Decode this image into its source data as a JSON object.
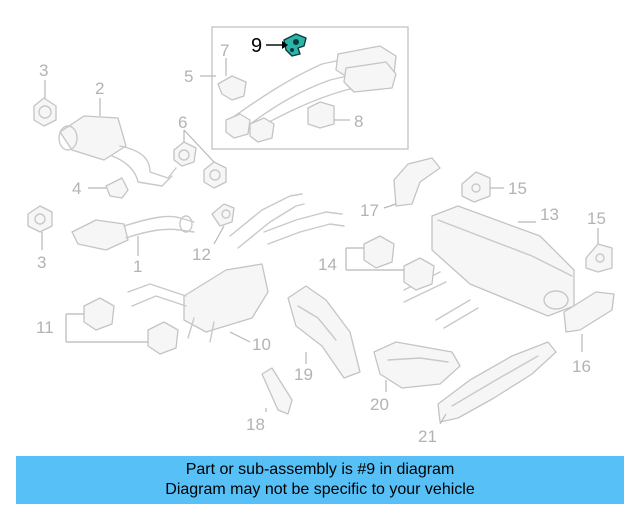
{
  "banner": {
    "line1": "Part or sub-assembly is #9 in diagram",
    "line2": "Diagram may not be specific to your vehicle"
  },
  "callouts": {
    "c1": "1",
    "c2": "2",
    "c3a": "3",
    "c3b": "3",
    "c4": "4",
    "c5": "5",
    "c6": "6",
    "c7": "7",
    "c8": "8",
    "c9": "9",
    "c10": "10",
    "c11": "11",
    "c12": "12",
    "c13": "13",
    "c14": "14",
    "c15a": "15",
    "c15b": "15",
    "c16": "16",
    "c17": "17",
    "c18": "18",
    "c19": "19",
    "c20": "20",
    "c21": "21"
  },
  "highlighted_part": "9",
  "colors": {
    "highlight_part": "#2ab5a8",
    "banner_bg": "#56c0f7",
    "line_art": "#c9c9c9"
  }
}
